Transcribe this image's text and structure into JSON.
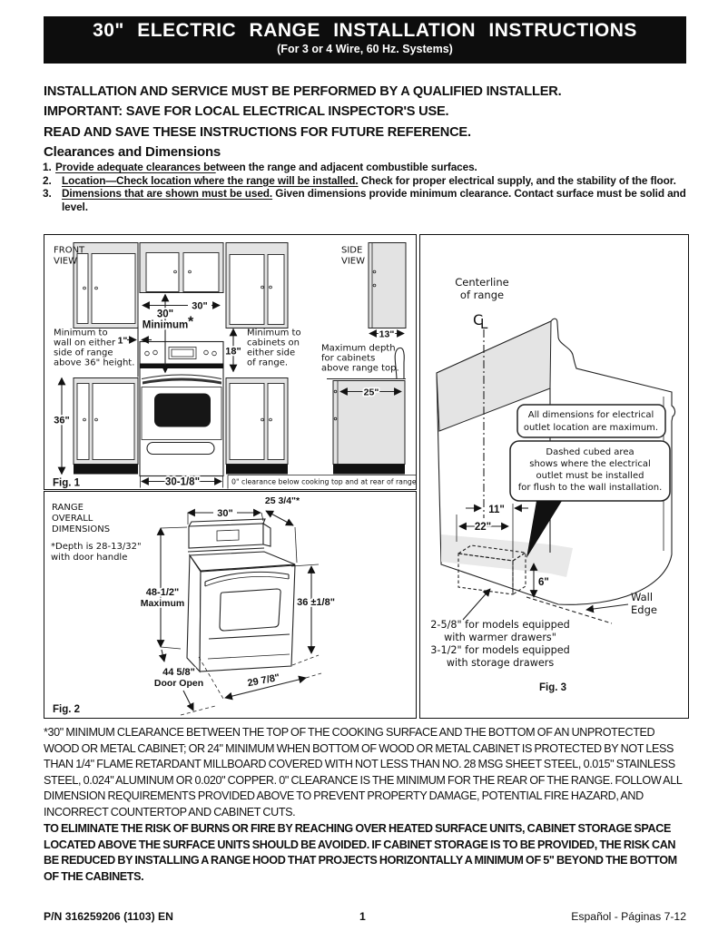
{
  "header": {
    "title": "30\" ELECTRIC RANGE INSTALLATION INSTRUCTIONS",
    "subtitle": "(For 3 or 4 Wire, 60 Hz. Systems)"
  },
  "notices": [
    "INSTALLATION AND SERVICE MUST BE PERFORMED BY A QUALIFIED INSTALLER.",
    "IMPORTANT: SAVE FOR LOCAL ELECTRICAL INSPECTOR'S USE.",
    "READ AND SAVE THESE INSTRUCTIONS FOR FUTURE REFERENCE."
  ],
  "clearances": {
    "heading": "Clearances and Dimensions",
    "items": [
      {
        "num": "1.",
        "u": "Provide adequate clearances be",
        "rest": "tween the range and adjacent combustible surfaces."
      },
      {
        "num": "2.",
        "u": "Location—Check location where the range will be installed.",
        "rest": " Check for proper electrical supply, and the stability of the floor."
      },
      {
        "num": "3.",
        "u": "Dimensions that are shown must be used.",
        "rest": " Given dimensions provide minimum clearance. Contact surface must be solid and level."
      }
    ]
  },
  "fig1": {
    "caption": "Fig. 1",
    "front_view": [
      "FRONT",
      "VIEW"
    ],
    "side_view": [
      "SIDE",
      "VIEW"
    ],
    "dim_width_30": "30\"",
    "dim_min30": [
      "30\"",
      "Minimum"
    ],
    "asterisk": "*",
    "dim_1": "1\"",
    "dim_18": "18\"",
    "dim_36": "36\"",
    "dim_13": "13\"",
    "dim_25": "25\"",
    "dim_3018": "30-1/8\"",
    "note_wall": [
      "Minimum to",
      "wall on either",
      "side of range",
      "above 36\" height."
    ],
    "note_cabinets": [
      "Minimum to",
      "cabinets on",
      "either side",
      "of range."
    ],
    "note_depth": [
      "Maximum depth",
      "for cabinets",
      "above range top."
    ],
    "note_zero": "0\" clearance below cooking top and at rear of range."
  },
  "fig2": {
    "caption": "Fig. 2",
    "title": [
      "RANGE",
      "OVERALL",
      "DIMENSIONS"
    ],
    "depth_note": [
      "*Depth is 28-13/32\"",
      "with door handle"
    ],
    "dim_30": "30\"",
    "dim_2534": "25 3/4\"*",
    "dim_4812": [
      "48-1/2\"",
      "Maximum"
    ],
    "dim_36": "36 ±1/8\"",
    "dim_4458": [
      "44 5/8\"",
      "Door Open"
    ],
    "dim_2978": "29 7/8\""
  },
  "fig3": {
    "caption": "Fig. 3",
    "centerline": [
      "Centerline",
      "of range"
    ],
    "cl_c": "C",
    "cl_l": "L",
    "callout1": [
      "All dimensions for electrical",
      "outlet location are maximum."
    ],
    "callout2": [
      "Dashed cubed area",
      "shows where the electrical",
      "outlet must be installed",
      "for flush to the wall installation."
    ],
    "dim_11": "11\"",
    "dim_22": "22\"",
    "dim_6": "6\"",
    "wall_edge": [
      "Wall",
      "Edge"
    ],
    "drawer_note": [
      "2-5/8\" for models equipped",
      "with warmer drawers\"",
      "3-1/2\" for models equipped",
      "with storage drawers"
    ]
  },
  "footnote": "*30\" MINIMUM CLEARANCE BETWEEN THE TOP OF THE COOKING SURFACE AND THE BOTTOM OF AN UNPROTECTED WOOD OR METAL CABINET; OR 24\" MINIMUM WHEN BOTTOM OF WOOD OR METAL CABINET IS PROTECTED BY NOT LESS THAN 1/4\" FLAME RETARDANT MILLBOARD COVERED WITH NOT LESS THAN NO. 28 MSG SHEET STEEL, 0.015\" STAINLESS STEEL, 0.024\" ALUMINUM OR 0.020\" COPPER. 0\" CLEARANCE IS THE MINIMUM FOR THE REAR OF THE RANGE. FOLLOW ALL DIMENSION REQUIREMENTS PROVIDED ABOVE TO PREVENT PROPERTY DAMAGE, POTENTIAL FIRE HAZARD, AND INCORRECT COUNTERTOP AND CABINET CUTS.",
  "warning": "TO ELIMINATE THE RISK OF BURNS OR FIRE BY REACHING OVER HEATED SURFACE UNITS, CABINET STORAGE SPACE LOCATED ABOVE THE SURFACE UNITS SHOULD BE AVOIDED. IF CABINET STORAGE IS TO BE PROVIDED, THE RISK CAN BE REDUCED BY INSTALLING A RANGE HOOD THAT PROJECTS HORIZONTALLY A MINIMUM OF 5\" BEYOND THE BOTTOM OF THE CABINETS.",
  "footer": {
    "part_number": "P/N  316259206 (1103) EN",
    "page_number": "1",
    "spanish_note": "Español - Páginas 7-12"
  },
  "colors": {
    "header_bg": "#0d0d0d",
    "cabinet_gray": "#e3e3e3",
    "line": "#222222"
  }
}
